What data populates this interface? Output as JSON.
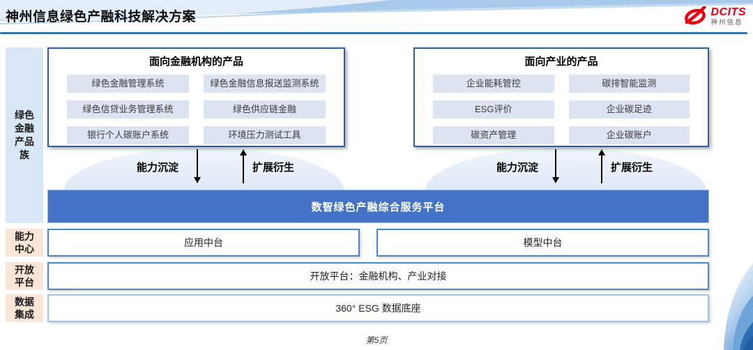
{
  "header": {
    "title": "神州信息绿色产融科技解决方案",
    "logo": {
      "brand": "DCITS",
      "brand_cn": "神州信息"
    }
  },
  "sidebar": {
    "product_family": "绿色\n金融\n产品\n族",
    "capability_center": "能力\n中心",
    "open_platform": "开放\n平台",
    "data_integration": "数据\n集成"
  },
  "panels": [
    {
      "title": "面向金融机构的产品",
      "items": [
        "绿色金融管理系统",
        "绿色金融信息报送监测系统",
        "绿色信贷业务管理系统",
        "绿色供应链金融",
        "银行个人碳账户系统",
        "环境压力测试工具"
      ]
    },
    {
      "title": "面向产业的产品",
      "items": [
        "企业能耗管控",
        "碳排智能监测",
        "ESG评价",
        "企业碳足迹",
        "碳资产管理",
        "企业碳账户"
      ]
    }
  ],
  "arrows": {
    "down_label": "能力沉淀",
    "up_label": "扩展衍生"
  },
  "platform": {
    "label": "数智绿色产融综合服务平台"
  },
  "middle_row": {
    "left": "应用中台",
    "right": "模型中台"
  },
  "open_row": {
    "label": "开放平台：金融机构、产业对接"
  },
  "data_row": {
    "label": "360° ESG 数据底座"
  },
  "footer": {
    "page": "第5页"
  },
  "colors": {
    "accent_blue": "#4472C4",
    "panel_border": "#2F5CA8",
    "item_bg": "#DCE3F1",
    "sidebar_blue_bg": "#D9E6F5",
    "sidebar_peach_bg": "#FBE5D6",
    "rule_blue": "#2E75B6",
    "logo_red": "#E60012",
    "row_border": "#4A86C8",
    "row_border_light": "#9DC3E6"
  }
}
